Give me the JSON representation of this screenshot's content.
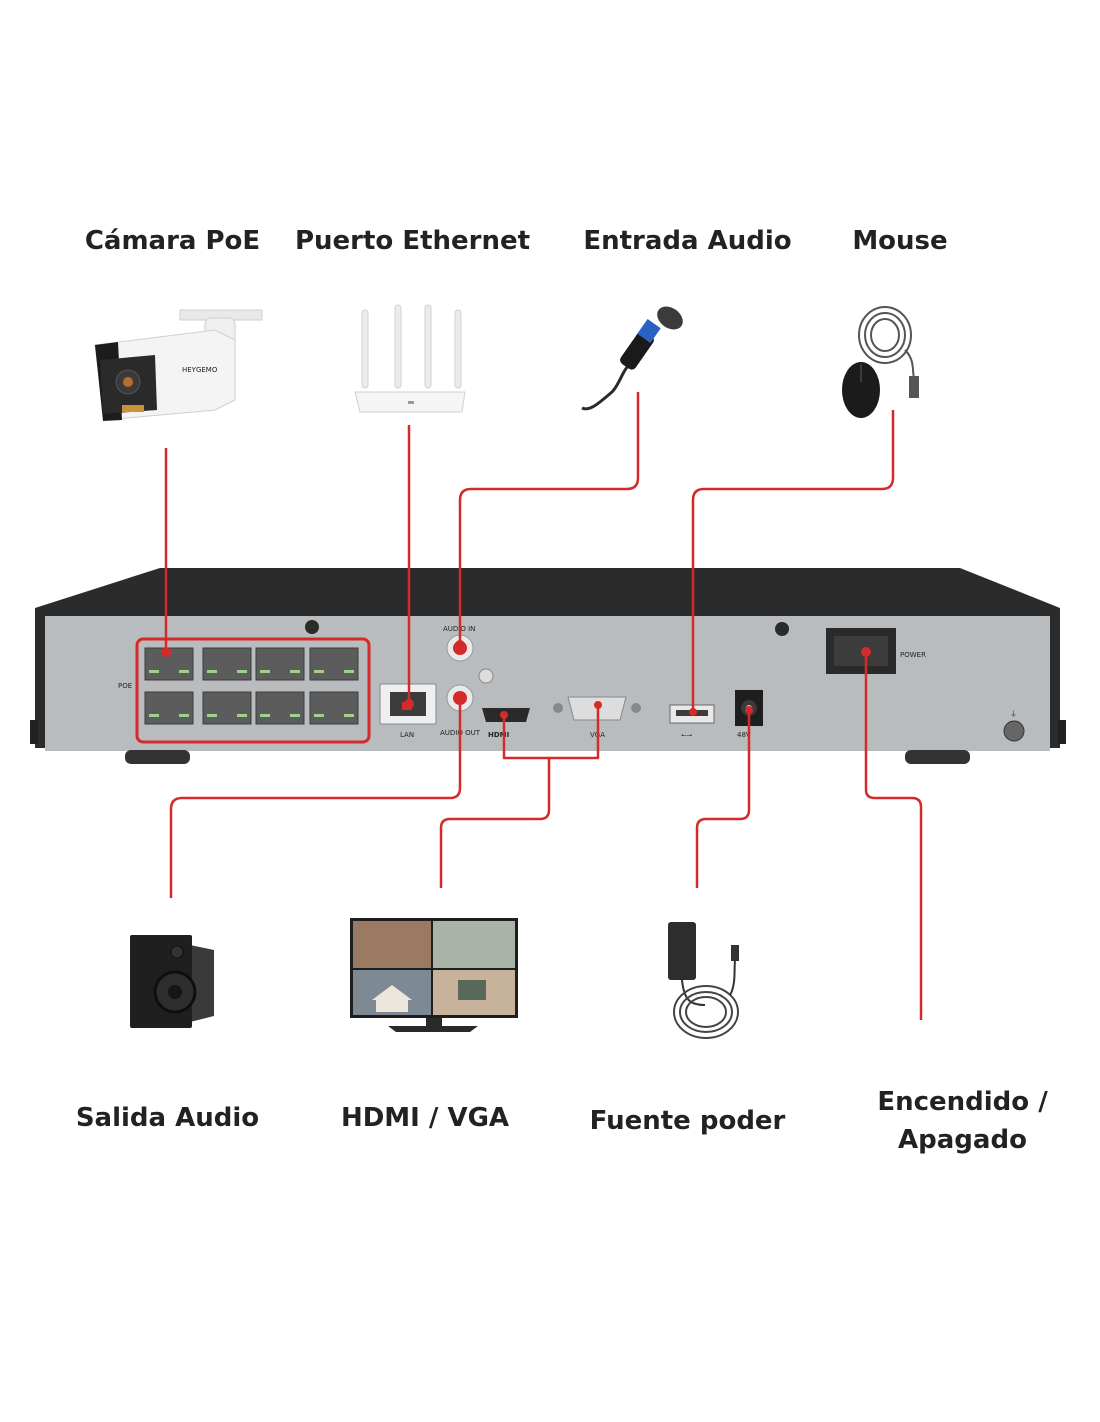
{
  "top_labels": {
    "camera": "Cámara PoE",
    "ethernet": "Puerto Ethernet",
    "audio_in": "Entrada Audio",
    "mouse": "Mouse"
  },
  "bottom_labels": {
    "audio_out": "Salida Audio",
    "hdmi_vga": "HDMI / VGA",
    "power_supply": "Fuente poder",
    "power_switch_line1": "Encendido /",
    "power_switch_line2": "Apagado"
  },
  "nvr_panel": {
    "poe": "POE",
    "lan": "LAN",
    "audio_in": "AUDIO IN",
    "audio_out": "AUDIO OUT",
    "hdmi": "HDMI",
    "vga": "VGA",
    "dc": "48V",
    "power": "POWER",
    "camera_brand": "HEYGEMO"
  },
  "colors": {
    "connector_line": "#d42a2a",
    "nvr_body": "#2b2b2b",
    "nvr_panel": "#b9bcbf"
  }
}
